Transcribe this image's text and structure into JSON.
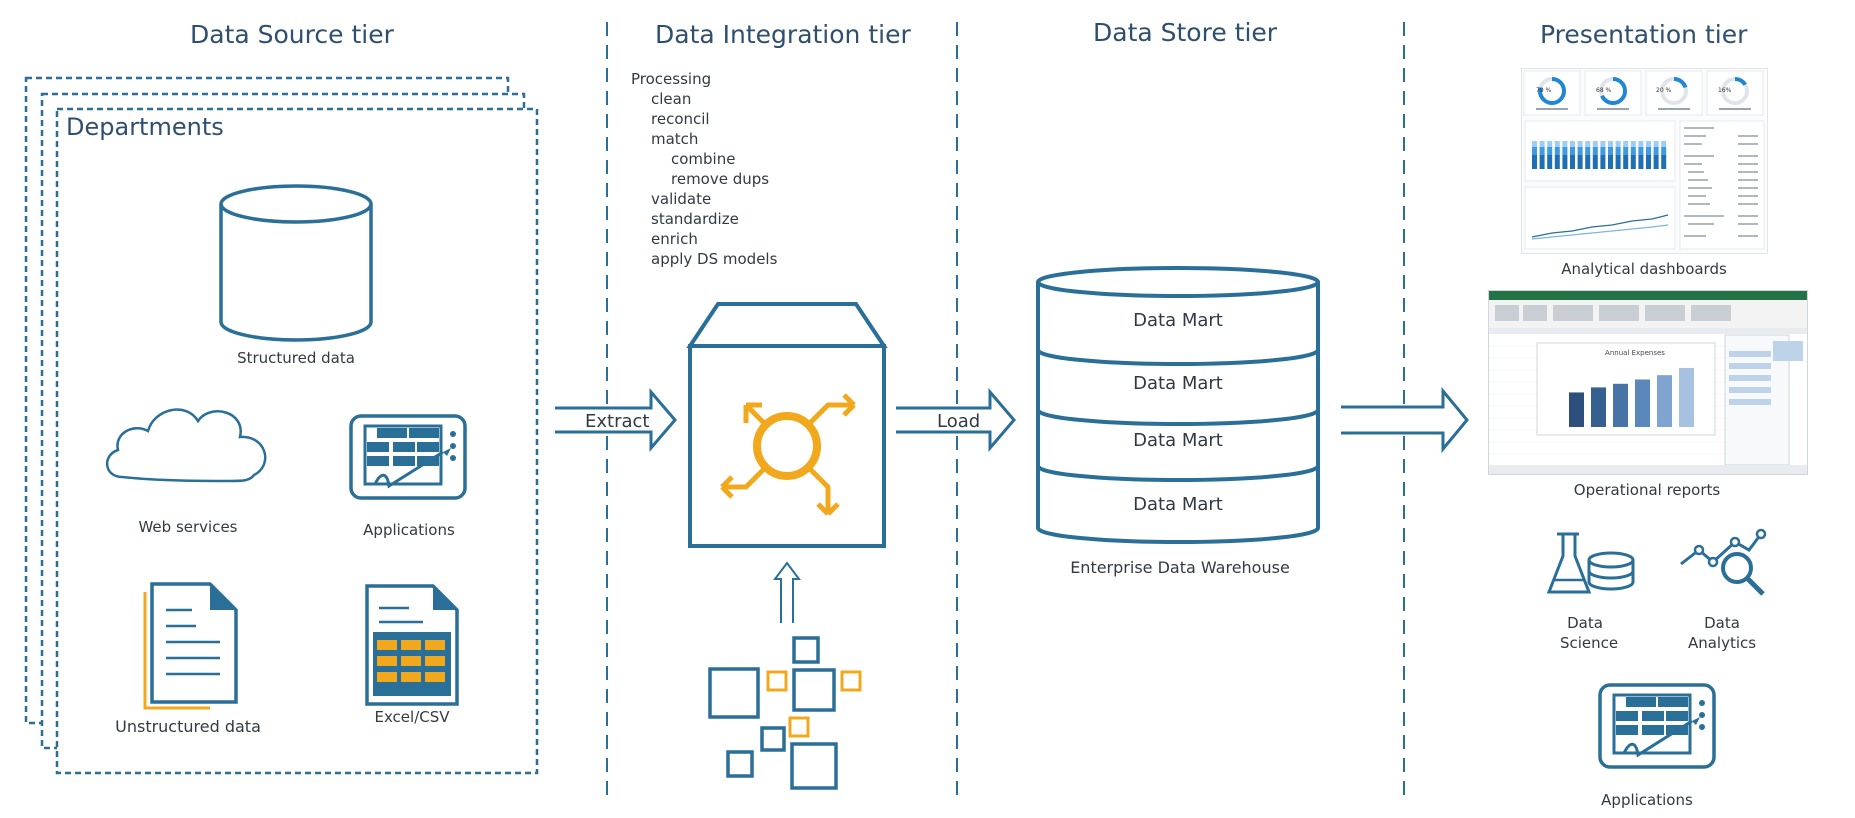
{
  "tiers": {
    "source": "Data Source tier",
    "integration": "Data Integration tier",
    "store": "Data Store tier",
    "presentation": "Presentation tier"
  },
  "source": {
    "group_title": "Departments",
    "structured": "Structured data",
    "web": "Web services",
    "apps": "Applications",
    "unstructured": "Unstructured data",
    "excel": "Excel/CSV"
  },
  "integration": {
    "processing_title": "Processing",
    "steps": [
      "clean",
      "reconcil",
      "match",
      "combine",
      "remove dups",
      "validate",
      "standardize",
      "enrich",
      "apply DS models"
    ],
    "extract": "Extract",
    "load": "Load"
  },
  "store": {
    "marts": [
      "Data Mart",
      "Data Mart",
      "Data Mart",
      "Data Mart"
    ],
    "warehouse": "Enterprise Data Warehouse"
  },
  "presentation": {
    "dashboards": "Analytical dashboards",
    "reports": "Operational reports",
    "science": "Data Science",
    "analytics": "Data Analytics",
    "apps": "Applications",
    "gauges": [
      {
        "value": "79 %",
        "fraction": 0.79
      },
      {
        "value": "68 %",
        "fraction": 0.68
      },
      {
        "value": "20 %",
        "fraction": 0.2
      },
      {
        "value": "16%",
        "fraction": 0.16
      }
    ],
    "report_chart_title": "Annual Expenses",
    "report_bar_values": [
      0.48,
      0.55,
      0.6,
      0.66,
      0.72,
      0.82
    ]
  },
  "colors": {
    "blue": "#2a6f97",
    "orange": "#f2a81d",
    "gray_text": "#333a44"
  }
}
